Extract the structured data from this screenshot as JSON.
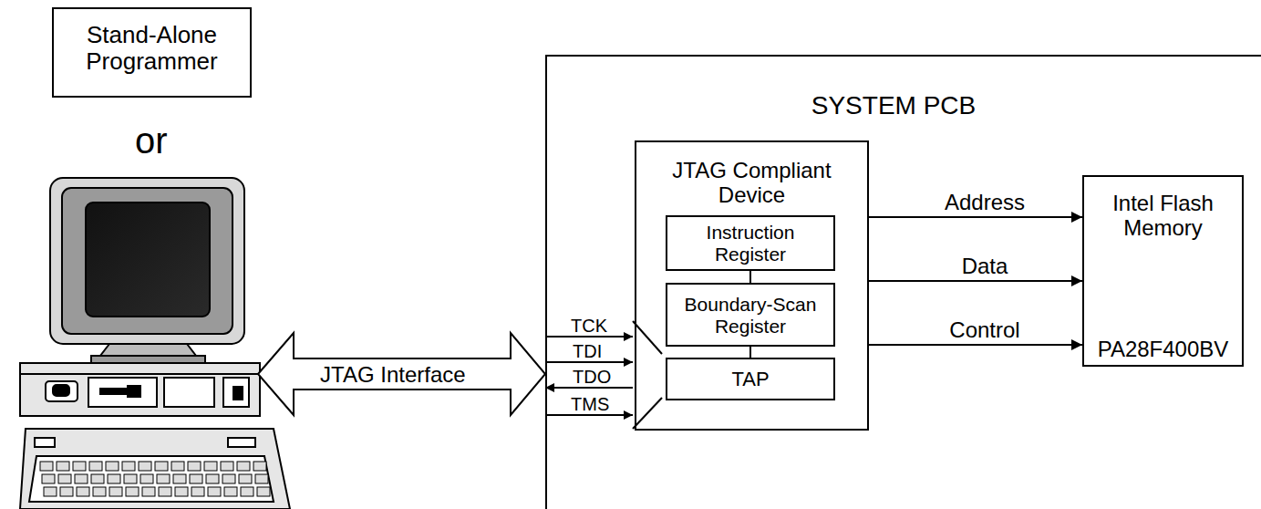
{
  "diagram": {
    "nodes": [
      {
        "text": [
          "Stand-Alone Programmer"
        ]
      },
      {
        "text": [
          "SYSTEM PCB"
        ]
      },
      {
        "text": [
          "JTAG Compliant Device"
        ],
        "in": 1
      },
      {
        "text": [
          "Instruction Register"
        ],
        "in": 2
      },
      {
        "text": [
          "Boundary-Scan Register"
        ],
        "in": 2
      },
      {
        "text": [
          "TAP"
        ],
        "in": 2
      },
      {
        "text": [
          "Intel Flash Memory",
          "PA28F400BV"
        ],
        "in": 1
      }
    ],
    "edges": [
      {
        "from": 2,
        "to": 6,
        "label": "Address",
        "arrow": "to"
      },
      {
        "from": 2,
        "to": 6,
        "label": "Data",
        "arrow": "to"
      },
      {
        "from": 2,
        "to": 6,
        "label": "Control",
        "arrow": "to"
      },
      {
        "from": 3,
        "to": 4,
        "arrow": "none"
      },
      {
        "from": 4,
        "to": 5,
        "arrow": "none"
      }
    ],
    "labels": [
      "or",
      "JTAG Interface",
      "TCK",
      "TDI",
      "TDO",
      "TMS"
    ]
  }
}
